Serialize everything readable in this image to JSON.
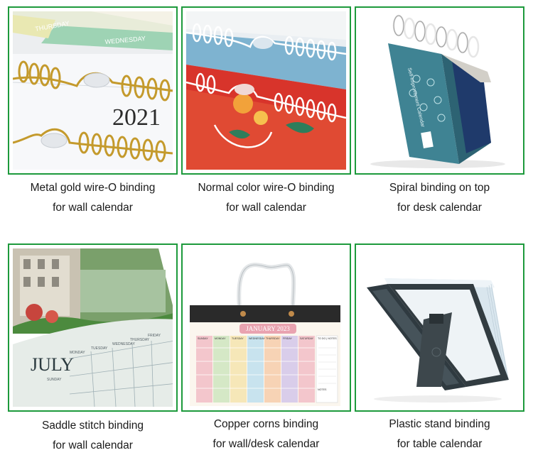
{
  "colors": {
    "frame_border": "#1d9a3c",
    "caption_text": "#1a1a1a"
  },
  "items": [
    {
      "image": "metal-gold-wire-o-photo",
      "caption_line1": "Metal gold wire-O binding",
      "caption_line2": "for wall calendar",
      "photo_text": {
        "day1": "THURSDAY",
        "day2": "WEDNESDAY",
        "year": "2021"
      }
    },
    {
      "image": "normal-color-wire-o-photo",
      "caption_line1": "Normal color wire-O binding",
      "caption_line2": "for wall calendar"
    },
    {
      "image": "spiral-top-desk-calendar-photo",
      "caption_line1": "Spiral binding on top",
      "caption_line2": "for desk calendar",
      "photo_text": {
        "cover_title": "Self-Improvement Calendar"
      }
    },
    {
      "image": "saddle-stitch-calendar-photo",
      "caption_line1": "Saddle stitch binding",
      "caption_line2": "for wall calendar",
      "photo_text": {
        "month": "JULY",
        "weekdays": [
          "SUNDAY",
          "MONDAY",
          "TUESDAY",
          "WEDNESDAY",
          "THURSDAY",
          "FRIDAY"
        ]
      }
    },
    {
      "image": "copper-corns-calendar-photo",
      "caption_line1": "Copper corns binding",
      "caption_line2": "for wall/desk calendar",
      "photo_text": {
        "month_title": "JANUARY 2023",
        "notes_header": "TO DO | NOTES",
        "days": [
          "SUNDAY",
          "MONDAY",
          "TUESDAY",
          "WEDNESDAY",
          "THURSDAY",
          "FRIDAY",
          "SATURDAY"
        ],
        "notes_footer": "NOTES"
      }
    },
    {
      "image": "plastic-stand-calendar-photo",
      "caption_line1": "Plastic stand binding",
      "caption_line2": "for table calendar"
    }
  ]
}
